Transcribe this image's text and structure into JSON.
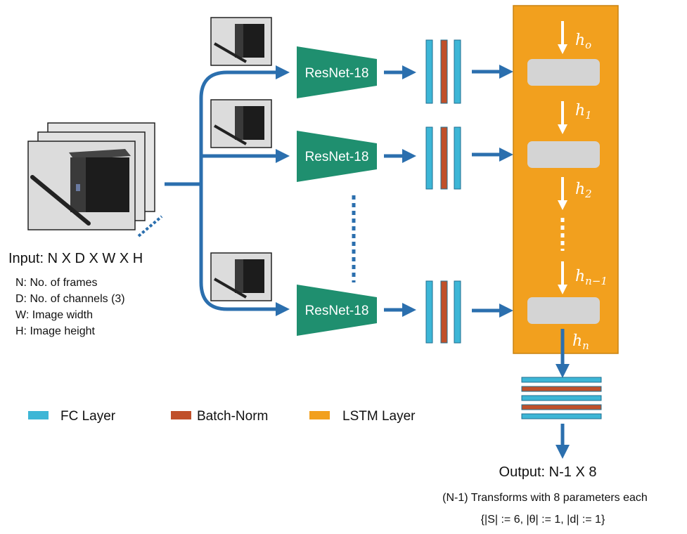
{
  "input": {
    "title": "Input: N X D X W X H",
    "lines": [
      "N: No. of frames",
      "D: No. of channels (3)",
      "W: Image width",
      "H: Image height"
    ]
  },
  "encoder": {
    "label": "ResNet-18",
    "count": 3
  },
  "lstm": {
    "hidden_states": [
      {
        "base": "h",
        "sub": "o"
      },
      {
        "base": "h",
        "sub": "1"
      },
      {
        "base": "h",
        "sub": "2"
      },
      {
        "base": "h",
        "sub": "n−1"
      },
      {
        "base": "h",
        "sub": "n"
      }
    ]
  },
  "legend": [
    {
      "label": "FC Layer",
      "color": "#3db6d6"
    },
    {
      "label": "Batch-Norm",
      "color": "#c0502a"
    },
    {
      "label": "LSTM Layer",
      "color": "#f2a01e"
    }
  ],
  "output": {
    "title": "Output: N-1 X 8",
    "subtitle": "(N-1) Transforms with 8 parameters each",
    "formula": "{|S| := 6, |θ| := 1, |d| := 1}"
  },
  "colors": {
    "arrow": "#2b6fae",
    "resnet": "#1f8f6f",
    "fc": "#3db6d6",
    "bn": "#c0502a",
    "lstm": "#f2a01e",
    "lstm_border": "#c98210",
    "cell": "#d4d4d4"
  }
}
